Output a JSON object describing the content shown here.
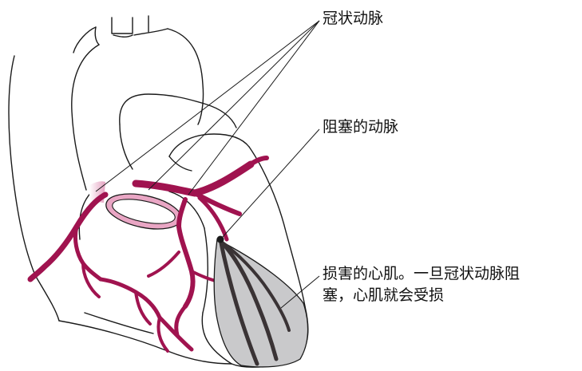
{
  "labels": {
    "coronary_artery": "冠状动脉",
    "blocked_artery": "阻塞的动脉",
    "damaged_muscle_line1": "损害的心肌。一旦冠状动脉阻",
    "damaged_muscle_line2": "塞，心肌就会受损"
  },
  "colors": {
    "artery": "#a0134f",
    "artery_light": "#e9a6c4",
    "damaged_area": "#c9c9cb",
    "damaged_vessel": "#3a3335",
    "outline": "#1a1a1a"
  }
}
